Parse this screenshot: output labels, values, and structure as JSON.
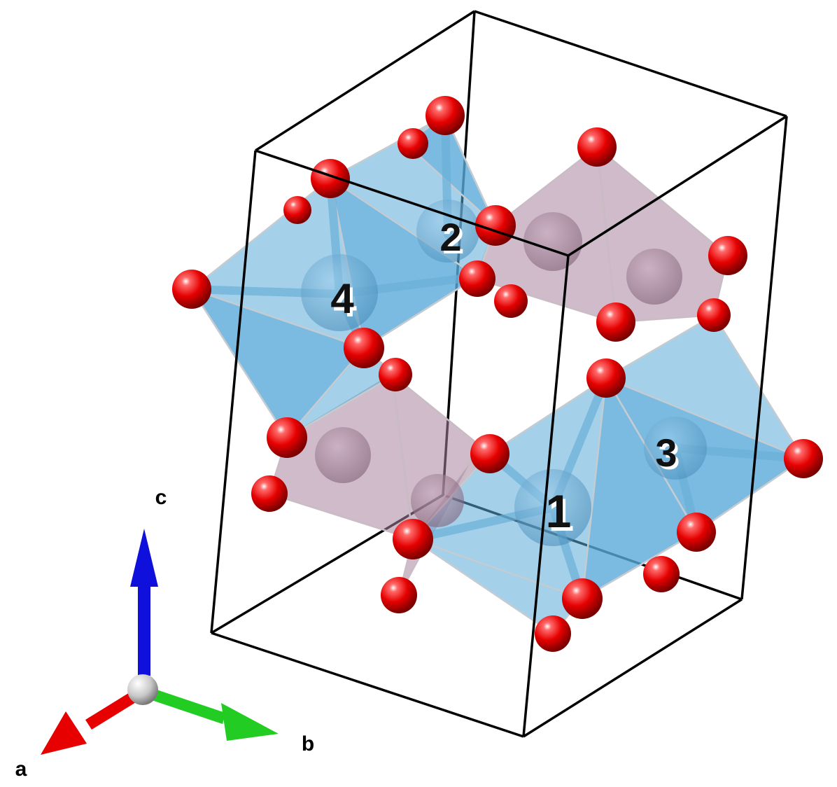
{
  "structure": {
    "site_labels": [
      "1",
      "2",
      "3",
      "4"
    ]
  },
  "axes": {
    "labels": {
      "a": "a",
      "b": "b",
      "c": "c"
    },
    "colors": {
      "a": "#e60000",
      "b": "#22cc22",
      "c": "#1010dd",
      "origin": "#d0d0d0"
    }
  },
  "colors": {
    "octahedron_fill": "#5aa9d8",
    "octahedron_edge": "#b8c4cc",
    "tetrahedron_fill": "#b08aa6",
    "oxygen": "#e60000",
    "cell_edge": "#000000"
  }
}
